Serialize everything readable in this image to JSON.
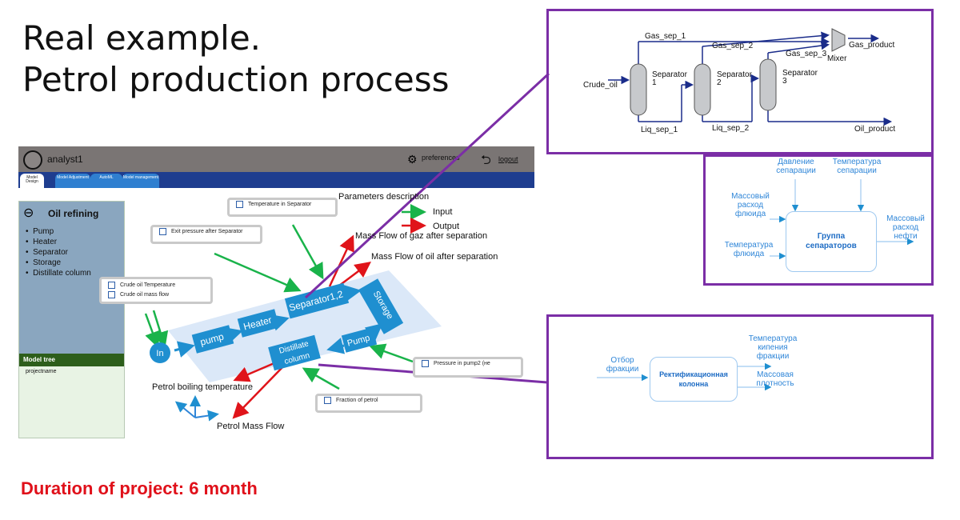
{
  "title": {
    "line1": "Real example.",
    "line2": "Petrol production process"
  },
  "duration": "Duration of project: 6 month",
  "app": {
    "user": "analyst1",
    "preferences": "preferences",
    "logout": "logout",
    "tabs": [
      "Model Design",
      "Model Adjustment",
      "AutoML",
      "Model management"
    ]
  },
  "sidebar": {
    "title": "Oil refining",
    "items": [
      "Pump",
      "Heater",
      "Separator",
      "Storage",
      "Distillate column"
    ],
    "tree_title": "Model tree",
    "tree_item": "projectname"
  },
  "cards": {
    "temp_sep": "Temperature in Separator",
    "exit_pressure": "Exit pressure after Separator",
    "crude_temp": "Crude oil Temperature",
    "crude_flow": "Crude oil mass flow",
    "pressure_pump": "Pressure in pump2 (не",
    "fraction": "Fraction of petrol"
  },
  "legend": {
    "title": "Parameters description",
    "input": "Input",
    "output": "Output"
  },
  "outputs": {
    "gas_flow": "Mass Flow of gaz after separation",
    "oil_flow": "Mass Flow of oil after separation",
    "boiling": "Petrol boiling temperature",
    "petrol_flow": "Petrol Mass Flow"
  },
  "nodes": {
    "in": "In",
    "pump": "pump",
    "heater": "Heater",
    "separator": "Separator1,2",
    "storage": "Storage",
    "pump2": "Pump",
    "distillate1": "Distillate",
    "distillate2": "column"
  },
  "flowsheet": {
    "crude": "Crude_oil",
    "gas1": "Gas_sep_1",
    "gas2": "Gas_sep_2",
    "gas3": "Gas_sep_3",
    "sep1a": "Separator",
    "sep1b": "1",
    "sep2a": "Separator",
    "sep2b": "2",
    "sep3a": "Separator",
    "sep3b": "3",
    "liq1": "Liq_sep_1",
    "liq2": "Liq_sep_2",
    "mixer": "Mixer",
    "gas_product": "Gas_product",
    "oil_product": "Oil_product"
  },
  "sep_group": {
    "p_sep_1": "Давление",
    "p_sep_2": "сепарации",
    "t_sep_1": "Температура",
    "t_sep_2": "сепарации",
    "mf_1": "Массовый",
    "mf_2": "расход",
    "mf_3": "флюида",
    "tf_1": "Температура",
    "tf_2": "флюида",
    "center_1": "Группа",
    "center_2": "сепараторов",
    "out_1": "Массовый",
    "out_2": "расход",
    "out_3": "нефти"
  },
  "column_group": {
    "in_1": "Отбор",
    "in_2": "фракции",
    "center_1": "Ректификационная",
    "center_2": "колонна",
    "out1_1": "Температура",
    "out1_2": "кипения",
    "out1_3": "фракции",
    "out2_1": "Массовая",
    "out2_2": "плотность"
  },
  "colors": {
    "accent": "#7b2ea6",
    "node": "#1f8fd0",
    "input": "#19b34a",
    "output": "#e0141a"
  }
}
